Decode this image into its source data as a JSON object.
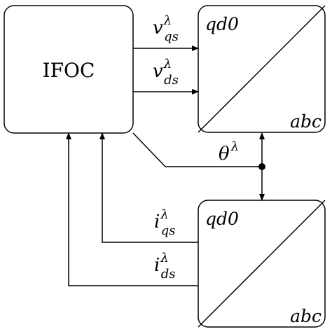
{
  "blocks": {
    "ifoc": {
      "label": "IFOC"
    },
    "top_transform": {
      "top_label": "qd0",
      "bottom_label": "abc"
    },
    "bottom_transform": {
      "top_label": "qd0",
      "bottom_label": "abc"
    }
  },
  "signals": {
    "vqs": {
      "base": "v",
      "sub": "qs",
      "sup": "λ"
    },
    "vds": {
      "base": "v",
      "sub": "ds",
      "sup": "λ"
    },
    "theta": {
      "base": "θ",
      "sup": "λ"
    },
    "iqs": {
      "base": "i",
      "sub": "qs",
      "sup": "λ"
    },
    "ids": {
      "base": "i",
      "sub": "ds",
      "sup": "λ"
    }
  }
}
